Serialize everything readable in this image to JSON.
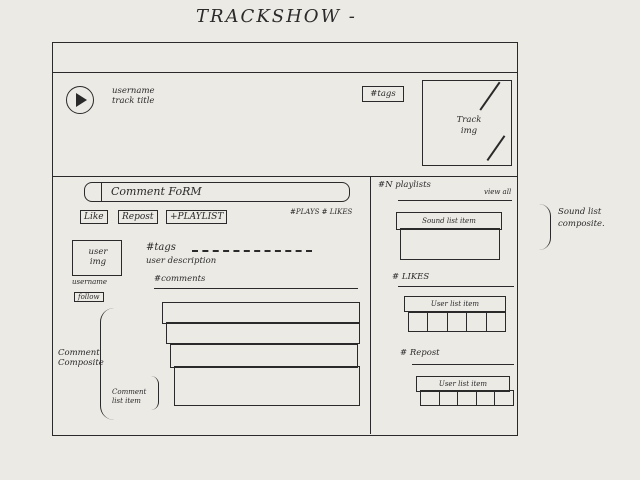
{
  "page": {
    "title": "TRACKSHOW -"
  },
  "track": {
    "username": "username",
    "title": "track title",
    "tags_label": "#tags",
    "image_label": "Track img"
  },
  "comment": {
    "form_label": "Comment FoRM",
    "like_label": "Like",
    "repost_label": "Repost",
    "playlist_label": "+PLAYLIST",
    "stats_label": "#PLAYS  # LIKES"
  },
  "user": {
    "image_label": "user img",
    "username": "username",
    "follow_label": "follow",
    "tags_label": "#tags",
    "description": "user description"
  },
  "comments": {
    "count_label": "#comments"
  },
  "annotations": {
    "comment_composite": "Comment Composite",
    "comment_list_item": "Comment list item",
    "sound_list_composite": "Sound list composite."
  },
  "sidebar": {
    "playlists_heading": "#N playlists",
    "view_all_label": "view all",
    "sound_list_item": "Sound list item",
    "likes_heading": "# LIKES",
    "likes_user_item": "User list item",
    "repost_heading": "# Repost",
    "repost_user_item": "User list item"
  }
}
